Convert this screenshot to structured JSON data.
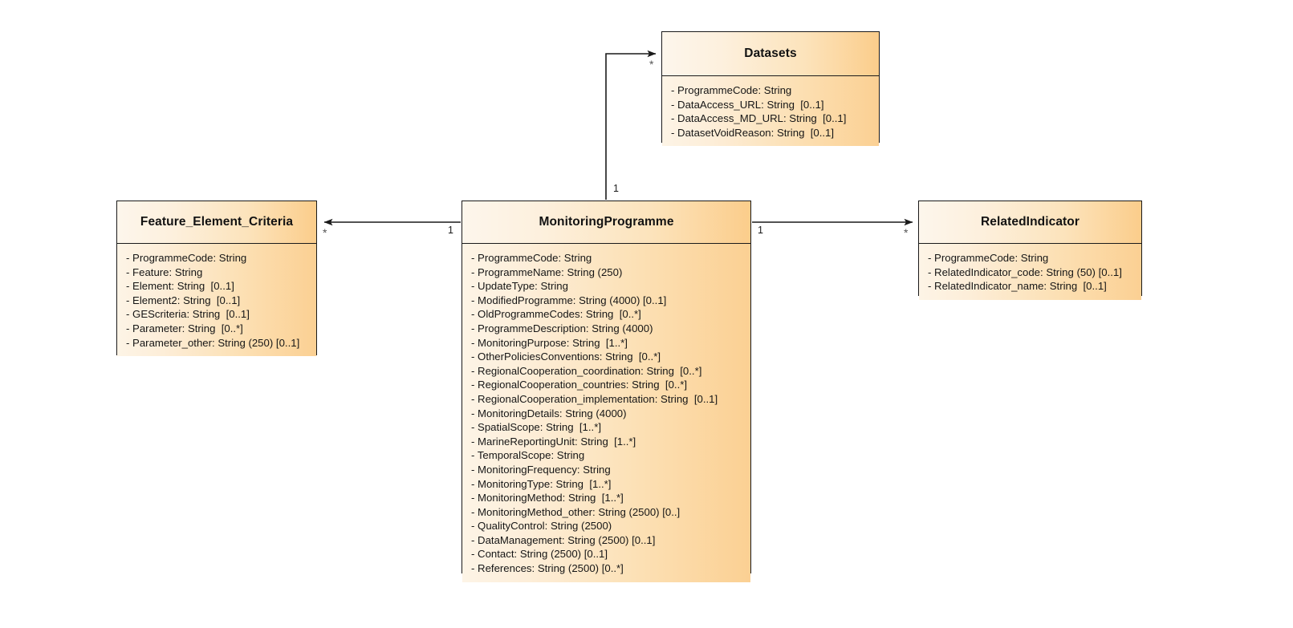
{
  "diagram": {
    "type": "uml-class-diagram",
    "title": "MonitoringProgramme UML class diagram",
    "colors": {
      "box_fill": "#fde0b0",
      "header_light": "#fdf6ec",
      "header_dark": "#fbcd8b",
      "border": "#1a1a1a",
      "connector": "#1a1a1a",
      "background": "#ffffff"
    }
  },
  "classes": {
    "datasets": {
      "name": "Datasets",
      "attributes": [
        "- ProgrammeCode: String",
        "- DataAccess_URL: String  [0..1]",
        "- DataAccess_MD_URL: String  [0..1]",
        "- DatasetVoidReason: String  [0..1]"
      ]
    },
    "feature_element_criteria": {
      "name": "Feature_Element_Criteria",
      "attributes": [
        "- ProgrammeCode: String",
        "- Feature: String",
        "- Element: String  [0..1]",
        "- Element2: String  [0..1]",
        "- GEScriteria: String  [0..1]",
        "- Parameter: String  [0..*]",
        "- Parameter_other: String (250) [0..1]"
      ]
    },
    "monitoring_programme": {
      "name": "MonitoringProgramme",
      "attributes": [
        "- ProgrammeCode: String",
        "- ProgrammeName: String (250)",
        "- UpdateType: String",
        "- ModifiedProgramme: String (4000) [0..1]",
        "- OldProgrammeCodes: String  [0..*]",
        "- ProgrammeDescription: String (4000)",
        "- MonitoringPurpose: String  [1..*]",
        "- OtherPoliciesConventions: String  [0..*]",
        "- RegionalCooperation_coordination: String  [0..*]",
        "- RegionalCooperation_countries: String  [0..*]",
        "- RegionalCooperation_implementation: String  [0..1]",
        "- MonitoringDetails: String (4000)",
        "- SpatialScope: String  [1..*]",
        "- MarineReportingUnit: String  [1..*]",
        "- TemporalScope: String",
        "- MonitoringFrequency: String",
        "- MonitoringType: String  [1..*]",
        "- MonitoringMethod: String  [1..*]",
        "- MonitoringMethod_other: String (2500) [0..]",
        "- QualityControl: String (2500)",
        "- DataManagement: String (2500) [0..1]",
        "- Contact: String (2500) [0..1]",
        "- References: String (2500) [0..*]"
      ]
    },
    "related_indicator": {
      "name": "RelatedIndicator",
      "attributes": [
        "- ProgrammeCode: String",
        "- RelatedIndicator_code: String (50) [0..1]",
        "- RelatedIndicator_name: String  [0..1]"
      ]
    }
  },
  "associations": [
    {
      "id": "mp-to-datasets",
      "source": "MonitoringProgramme",
      "target": "Datasets",
      "source_multiplicity": "1",
      "target_multiplicity": "*"
    },
    {
      "id": "mp-to-feature",
      "source": "MonitoringProgramme",
      "target": "Feature_Element_Criteria",
      "source_multiplicity": "1",
      "target_multiplicity": "*"
    },
    {
      "id": "mp-to-relatedindicator",
      "source": "MonitoringProgramme",
      "target": "RelatedIndicator",
      "source_multiplicity": "1",
      "target_multiplicity": "*"
    }
  ]
}
